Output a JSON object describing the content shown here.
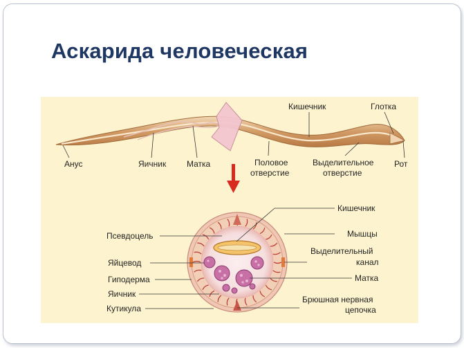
{
  "title": "Аскарида человеческая",
  "longitudinal": {
    "labels": {
      "anus": "Анус",
      "ovary": "Яичник",
      "uterus": "Матка",
      "genital_opening": [
        "Половое",
        "отверстие"
      ],
      "excretory_opening": [
        "Выделительное",
        "отверстие"
      ],
      "mouth": "Рот",
      "intestine": "Кишечник",
      "pharynx": "Глотка"
    }
  },
  "cross_section": {
    "labels": {
      "pseudocoel": "Псевдоцель",
      "oviduct": "Яйцевод",
      "hypodermis": "Гиподерма",
      "ovary": "Яичник",
      "cuticle": "Кутикула",
      "intestine": "Кишечник",
      "muscles": "Мышцы",
      "excretory_canal": [
        "Выделительный",
        "канал"
      ],
      "uterus": "Матка",
      "nerve_cord": [
        "Брюшная нервная",
        "цепочка"
      ]
    }
  },
  "colors": {
    "title": "#1f3763",
    "diagram_bg": "#fdf4cf",
    "arrow": "#d92a1f",
    "worm_body": "#d7a878",
    "cut_plane": "#f3c6cf"
  }
}
